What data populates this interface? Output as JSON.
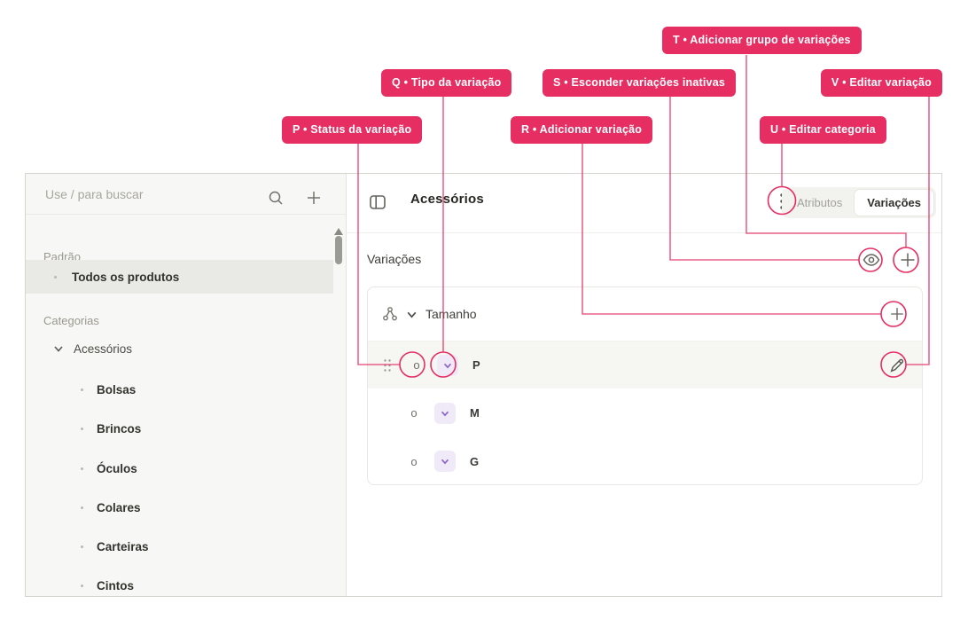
{
  "theme": {
    "accent": "#E62E63",
    "purple": "#8A64C9",
    "purple_badge_bg": "#EFE9F8"
  },
  "annotations": {
    "items": [
      {
        "key": "P",
        "label": "P • Status da variação"
      },
      {
        "key": "Q",
        "label": "Q • Tipo da variação"
      },
      {
        "key": "S",
        "label": "S • Esconder variações inativas"
      },
      {
        "key": "R",
        "label": "R • Adicionar variação"
      },
      {
        "key": "T",
        "label": "T • Adicionar grupo de variações"
      },
      {
        "key": "U",
        "label": "U • Editar categoria"
      },
      {
        "key": "V",
        "label": "V • Editar variação"
      }
    ]
  },
  "sidebar": {
    "search": {
      "placeholder": "Use / para buscar"
    },
    "sections": [
      {
        "title": "Padrão",
        "items": [
          {
            "label": "Todos os produtos",
            "selected": true
          }
        ]
      },
      {
        "title": "Categorias",
        "parent": {
          "label": "Acessórios",
          "expanded": true,
          "children": [
            "Bolsas",
            "Brincos",
            "Óculos",
            "Colares",
            "Carteiras",
            "Cintos"
          ]
        }
      }
    ]
  },
  "main": {
    "title": "Acessórios",
    "tabs": [
      {
        "label": "Atributos",
        "active": false
      },
      {
        "label": "Variações",
        "active": true
      }
    ],
    "variations_section": {
      "title": "Variações"
    },
    "group": {
      "name": "Tamanho",
      "variations": [
        {
          "label": "P",
          "status": "o",
          "selected": true
        },
        {
          "label": "M",
          "status": "o",
          "selected": false
        },
        {
          "label": "G",
          "status": "o",
          "selected": false
        }
      ]
    }
  }
}
